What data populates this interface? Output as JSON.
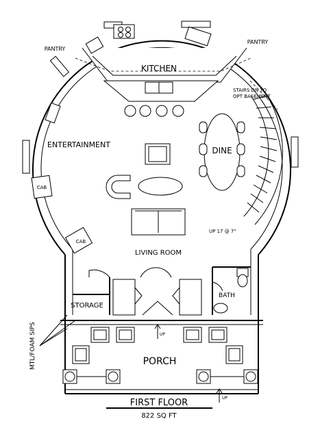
{
  "plan": {
    "title": "FIRST FLOOR",
    "subtitle": "822 SQ FT",
    "rooms": {
      "kitchen": "KITCHEN",
      "entertainment": "ENTERTAINMENT",
      "dine": "DINE",
      "living_room": "LIVING ROOM",
      "storage": "STORAGE",
      "bath": "BATH",
      "porch": "PORCH",
      "pantry_left": "PANTRY",
      "pantry_right": "PANTRY",
      "cab_upper": "CAB",
      "cab_lower": "CAB"
    },
    "notes": {
      "stairs_line1": "STAIRS DN TO",
      "stairs_line2": "OPT BASEMENT",
      "stairs_up": "UP 17 @ 7\"",
      "up_center": "UP",
      "up_right": "UP",
      "sips": "MTL/FOAM SIPS"
    }
  }
}
